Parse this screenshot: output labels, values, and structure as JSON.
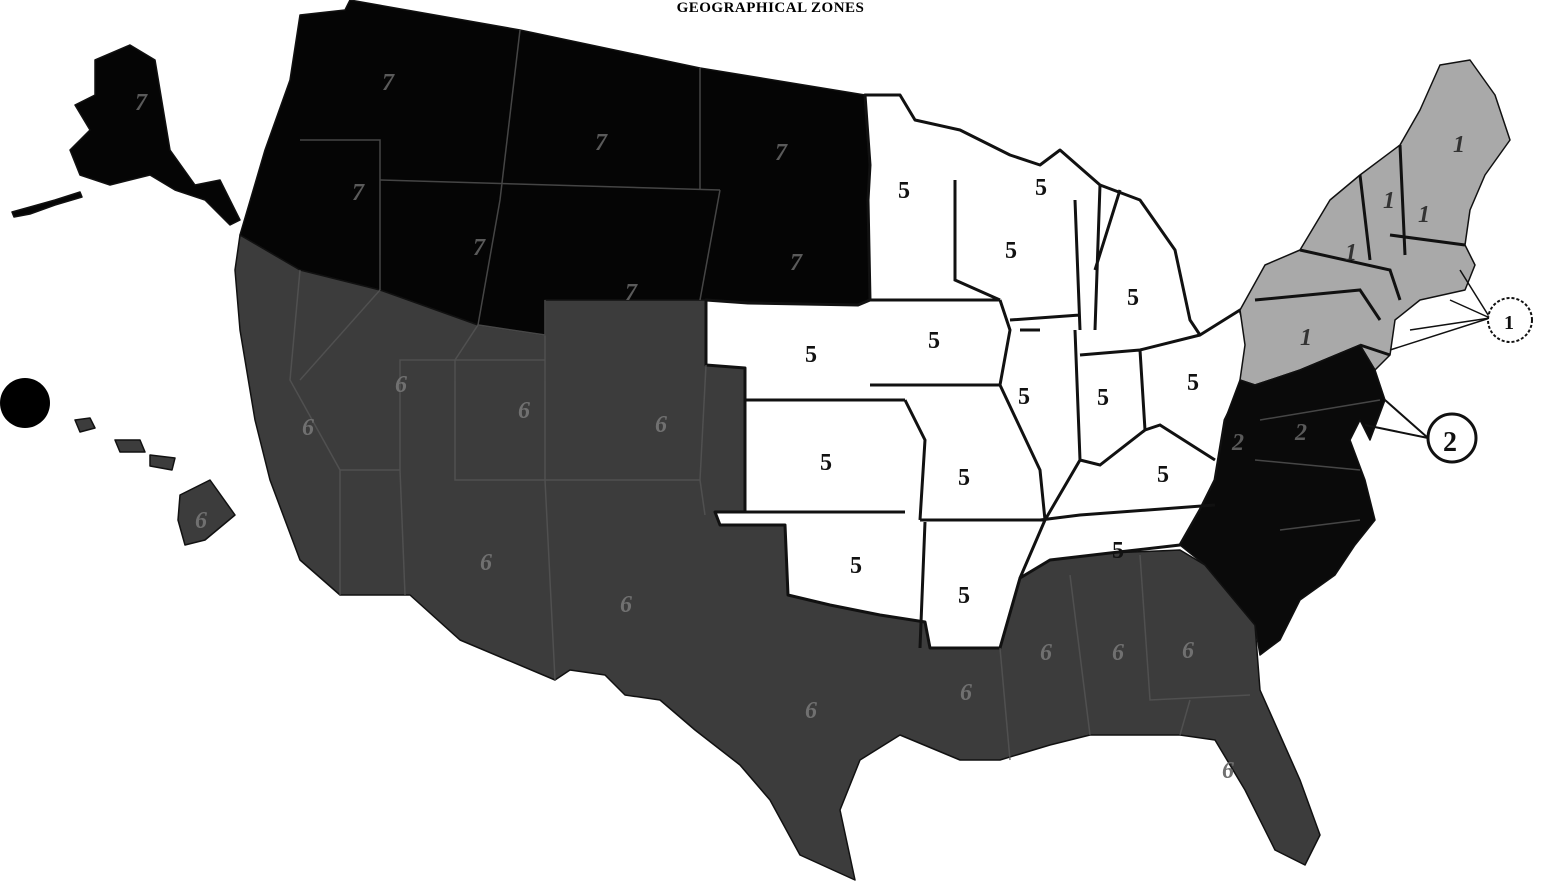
{
  "title": "GEOGRAPHICAL ZONES",
  "colors": {
    "zone1": "#a9a9a9",
    "zone2": "#0a0a0a",
    "zone5": "#ffffff",
    "zone6": "#3c3c3c",
    "zone7": "#050505",
    "border": "#111111",
    "label_light": "#111111",
    "label_dark": "#5a5a5a"
  },
  "zone_labels": {
    "zone1": "1",
    "zone2": "2",
    "zone5": "5",
    "zone6": "6",
    "zone7": "7"
  },
  "callouts": {
    "zone1": "1",
    "zone2": "2"
  }
}
